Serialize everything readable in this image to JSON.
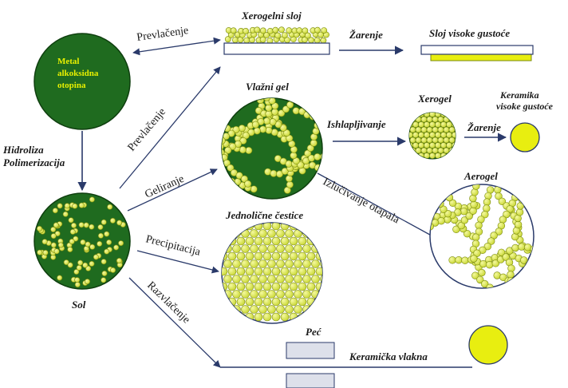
{
  "diagram": {
    "nodes": {
      "metal_solution": {
        "lines": [
          "Metal",
          "alkoksidna",
          "otopina"
        ]
      },
      "sol": {
        "label": "Sol"
      },
      "xerogel_film": {
        "label": "Xerogelni sloj"
      },
      "dense_film": {
        "label": "Sloj visoke gustoće"
      },
      "wet_gel": {
        "label": "Vlažni gel"
      },
      "xerogel": {
        "label": "Xerogel"
      },
      "dense_ceramic": {
        "lines": [
          "Keramika",
          "visoke gustoće"
        ]
      },
      "aerogel": {
        "label": "Aerogel"
      },
      "uniform_particles": {
        "label": "Jednolične čestice"
      },
      "furnace": {
        "label": "Peć"
      },
      "ceramic_fibers": {
        "label": "Keramička vlakna"
      }
    },
    "edges": {
      "coating_film": "Prevlačenje",
      "coating_gel": "Prevlačenje",
      "hydrolysis": [
        "Hidroliza",
        "Polimerizacija"
      ],
      "gelation": "Geliranje",
      "heating_film": "Žarenje",
      "evaporation": "Ishlapljivanje",
      "heating_xerogel": "Žarenje",
      "solvent_extraction": "Izlučivanje otapala",
      "precipitation": "Precipitacija",
      "spinning": "Razvlačenje"
    },
    "colors": {
      "dark_green": "#1f6b1f",
      "particle_yellow": "#d8e43a",
      "particle_edge": "#7a8a10",
      "arrow": "#2a3a6a",
      "bright_yellow": "#e8ee10"
    }
  }
}
